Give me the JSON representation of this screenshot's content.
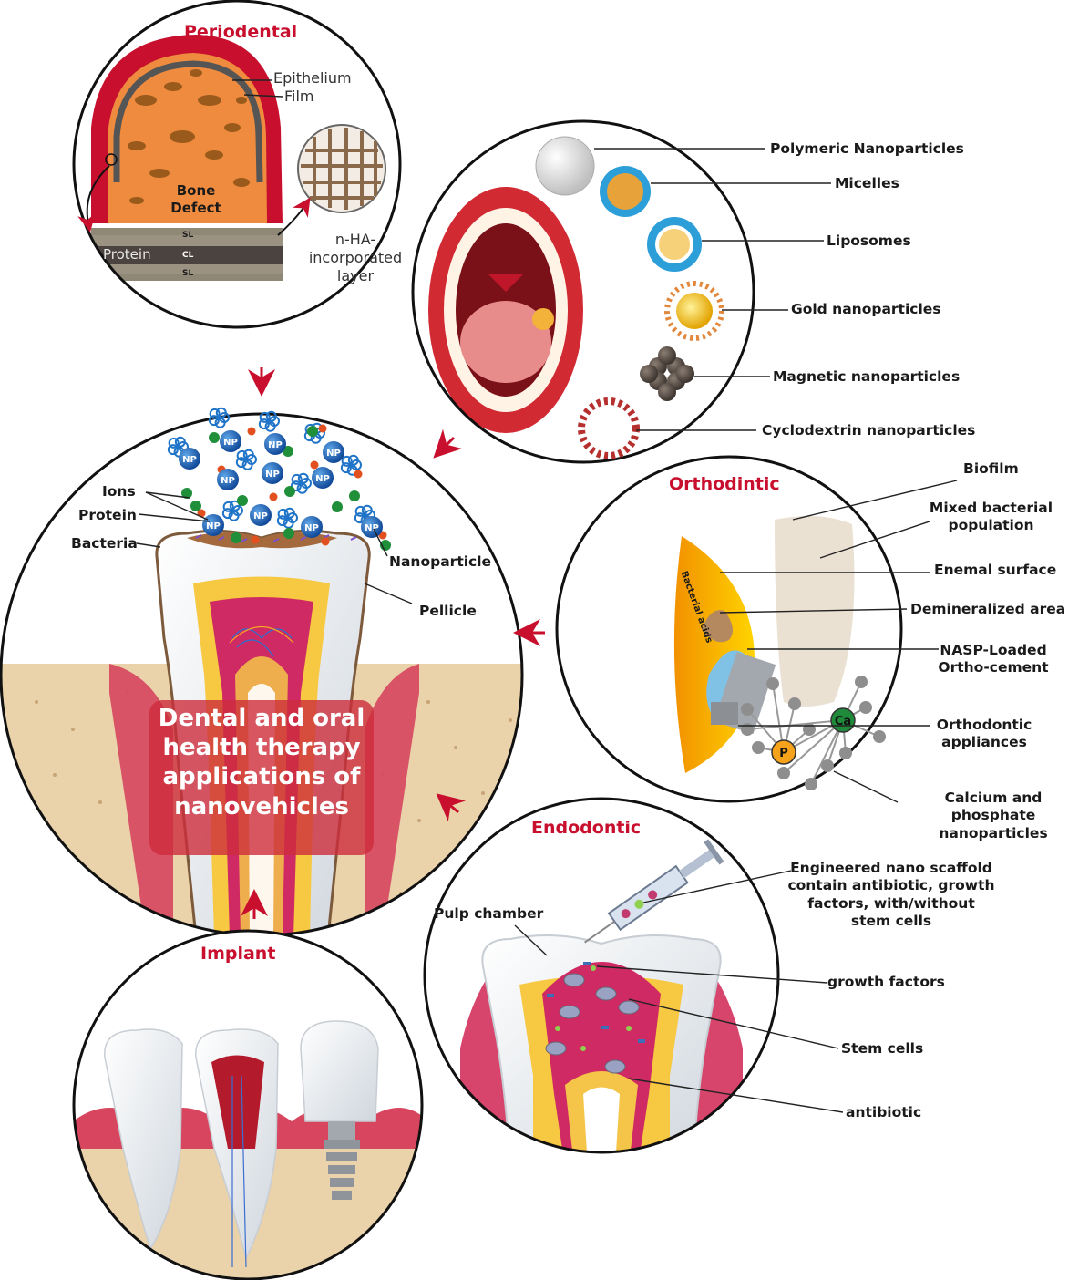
{
  "center": {
    "title": "Dental and oral health therapy applications of nanovehicles",
    "labels": {
      "ions": "Ions",
      "protein": "Protein",
      "bacteria": "Bacteria",
      "nanoparticle": "Nanoparticle",
      "pellicle": "Pellicle",
      "np": "NP"
    }
  },
  "periodental": {
    "title": "Periodental",
    "epithelium": "Epithelium",
    "film": "Film",
    "bone_defect": "Bone Defect",
    "protein": "Protein",
    "sl": "SL",
    "cl": "CL",
    "nha": "n-HA-incorporated layer"
  },
  "nanocarriers": {
    "items": [
      "Polymeric Nanoparticles",
      "Micelles",
      "Liposomes",
      "Gold nanoparticles",
      "Magnetic nanoparticles",
      "Cyclodextrin nanoparticles"
    ]
  },
  "orthodontic": {
    "title": "Orthodintic",
    "labels": {
      "biofilm": "Biofilm",
      "mixed": "Mixed bacterial population",
      "enamel": "Enemal surface",
      "demin": "Demineralized area",
      "nasp": "NASP-Loaded Ortho-cement",
      "appliances": "Orthodontic appliances",
      "cap": "Calcium and phosphate nanoparticles",
      "acids": "Bacterial acids",
      "ca": "Ca",
      "p": "P"
    }
  },
  "endodontic": {
    "title": "Endodontic",
    "labels": {
      "scaffold": "Engineered nano scaffold contain antibiotic, growth factors, with/without stem cells",
      "pulp": "Pulp chamber",
      "growth": "growth factors",
      "stem": "Stem cells",
      "antibiotic": "antibiotic"
    }
  },
  "implant": {
    "title": "Implant"
  },
  "colors": {
    "accent": "#c8102e",
    "arrow": "#c8102e"
  }
}
